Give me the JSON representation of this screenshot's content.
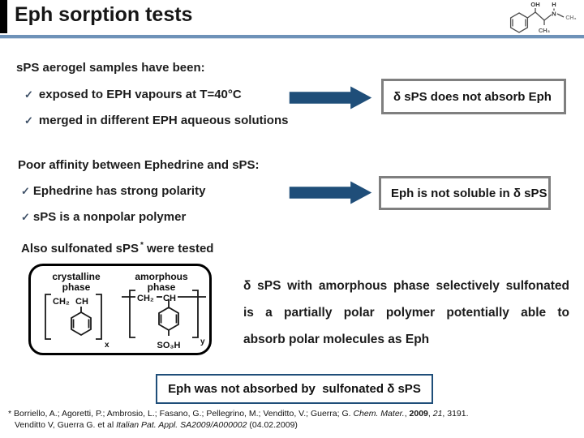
{
  "title": "Eph sorption tests",
  "checkmark": "✓",
  "intro": "sPS aerogel samples  have been:",
  "vapours_item": "exposed to EPH vapours at T=40°C",
  "solutions_item": "merged in different EPH aqueous solutions",
  "result_box1": "δ sPS does not absorb Eph",
  "affinity_heading": "Poor affinity between Ephedrine and sPS:",
  "polarity_item": "Ephedrine has strong polarity",
  "nonpolar_item": "sPS is a nonpolar polymer",
  "result_box2": "Eph is not soluble in δ sPS",
  "also": {
    "prefix": "Also sulfonated sPS",
    "sup": "*",
    "suffix": "were tested"
  },
  "structure_panel": {
    "left_header": "crystalline phase",
    "right_header": "amorphous phase",
    "labels": {
      "ch2": "CH₂",
      "ch": "CH",
      "so3h": "SO₃H",
      "x": "x",
      "y": "y"
    }
  },
  "paragraph": {
    "line1": "δ sPS with amorphous phase selectively sulfonated",
    "line2": "is a partially polar polymer potentially able to",
    "line3": "absorb polar molecules as Eph"
  },
  "conclusion_box": "Eph was not absorbed by  sulfonated δ sPS",
  "footnote": {
    "line1_authors": "* Borriello, A.; Agoretti, P.; Ambrosio, L.; Fasano, G.; Pellegrino, M.; Venditto, V.; Guerra; G. ",
    "line1_journal": "Chem. Mater.",
    "line1_c1": ", ",
    "line1_year": "2009",
    "line1_c2": ", ",
    "line1_vol": "21",
    "line1_tail": ", 3191.",
    "line2_head": "Venditto V, Guerra G. et al ",
    "line2_patent": "Italian Pat. Appl. SA2009/A000002",
    "line2_tail": " (04.02.2009)"
  },
  "ephedrine": {
    "oh": "OH",
    "h": "H",
    "n": "N",
    "ch3_bottom": "CH₃",
    "ch3_right": "CH₃"
  },
  "colors": {
    "navy": "#1F4E79",
    "rule_blue": "#6E92B8",
    "box_gray": "#7F7F7F"
  }
}
